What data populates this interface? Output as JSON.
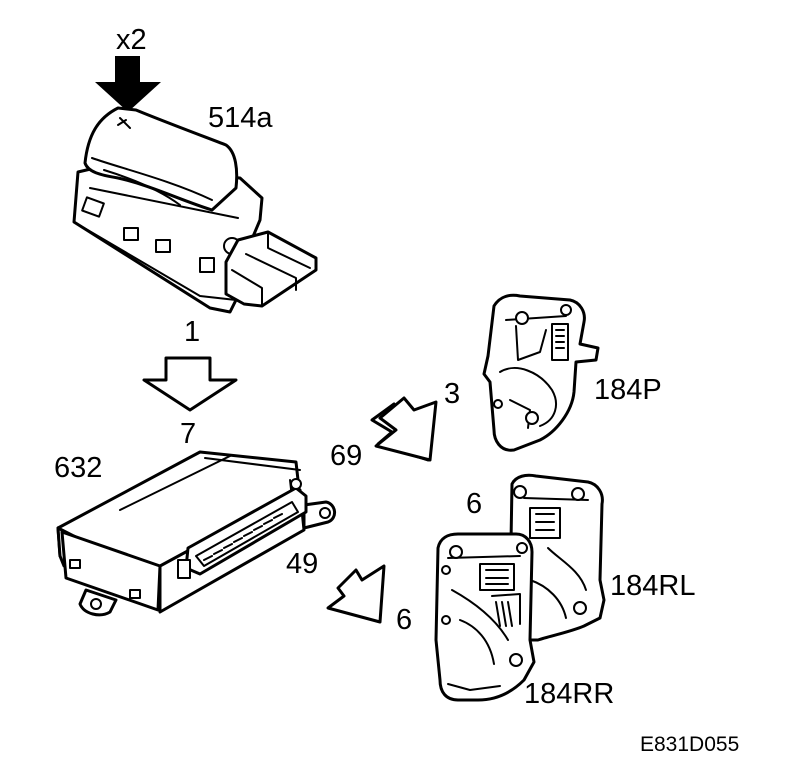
{
  "labels": {
    "multiplier": "x2",
    "switch_part": "514a",
    "pin_switch": "1",
    "pin_module_in": "7",
    "module_part": "632",
    "pin_69": "69",
    "pin_3": "3",
    "motor_p": "184P",
    "pin_6_top": "6",
    "motor_rl": "184RL",
    "pin_49": "49",
    "pin_6_bottom": "6",
    "motor_rr": "184RR",
    "figure_code": "E831D055"
  }
}
